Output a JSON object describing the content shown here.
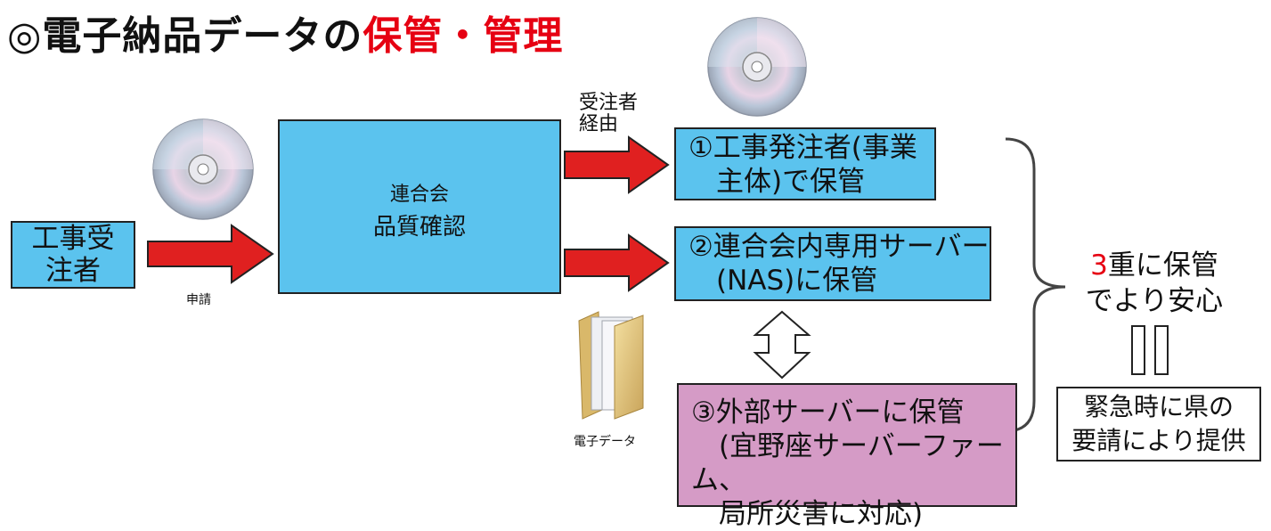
{
  "title": {
    "part1": "◎電子納品データの",
    "part2": "保管・管理"
  },
  "contractor_box": "工事受\n注者",
  "application_label": "申請",
  "federation_box": {
    "line1": "連合会",
    "line2": "品質確認"
  },
  "via_client_label": "受注者\n経由",
  "storage": [
    {
      "text": "①工事発注者(事業\n　主体)で保管"
    },
    {
      "text": "②連合会内専用サーバー\n　(NAS)に保管"
    },
    {
      "text": "③外部サーバーに保管\n　(宜野座サーバーファーム、\n　局所災害に対応)"
    }
  ],
  "electronic_data_label": "電子データ",
  "summary": {
    "number": "3",
    "rest_line1": "重に保管",
    "line2": "でより安心"
  },
  "emergency_box": "緊急時に県の\n要請により提供",
  "colors": {
    "blue_box": "#5bc3ee",
    "pink_box": "#d59bc6",
    "arrow_red": "#e02020",
    "title_red": "#e60012"
  },
  "icons": [
    "cd-disc-icon",
    "folder-icon",
    "double-arrow-icon",
    "brace-icon",
    "equals-icon"
  ]
}
